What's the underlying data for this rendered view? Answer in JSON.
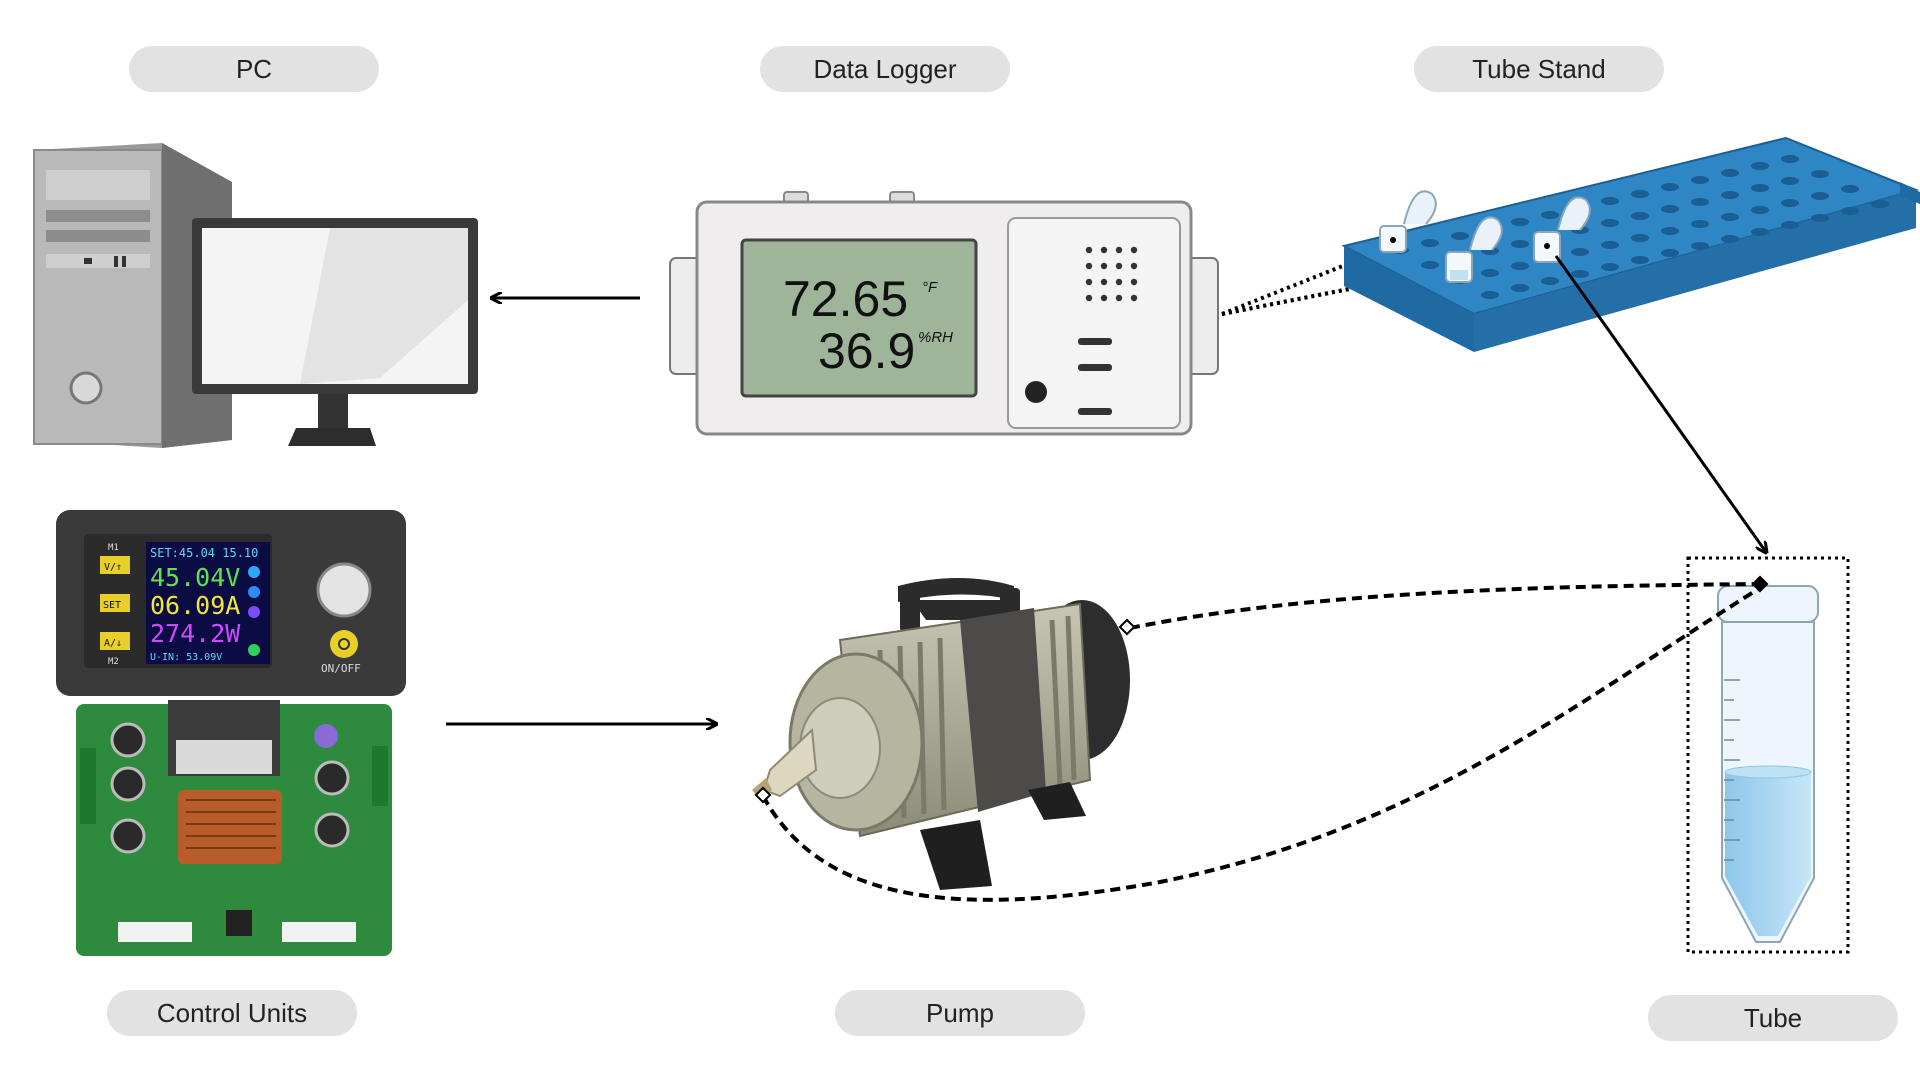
{
  "labels": {
    "pc": "PC",
    "data_logger": "Data Logger",
    "tube_stand": "Tube Stand",
    "control_units": "Control Units",
    "pump": "Pump",
    "tube": "Tube"
  },
  "logger": {
    "temperature": "72.65",
    "temp_unit": "°F",
    "humidity": "36.9",
    "humidity_unit": "%RH"
  },
  "control_display": {
    "set_line": "SET:45.04 15.10",
    "voltage": "45.04V",
    "current": "06.09A",
    "power": "274.2W",
    "input_line": "U-IN: 53.09V",
    "m1": "M1",
    "m2": "M2",
    "btn_va": "V/⇑",
    "btn_set": "SET",
    "btn_ad": "A/⇓",
    "onoff": "ON/OFF"
  },
  "colors": {
    "pill_bg": "#e2e2e2",
    "lcd_green": "#9fb59a",
    "stand_blue": "#2f86c4",
    "pcb_green": "#2e8b3e",
    "pump_gray": "#a9a893",
    "tube_liquid": "#a9d4ef"
  },
  "icons": [
    "computer-tower-icon",
    "monitor-icon",
    "data-logger-icon",
    "tube-rack-icon",
    "power-module-icon",
    "air-pump-icon",
    "centrifuge-tube-icon"
  ]
}
